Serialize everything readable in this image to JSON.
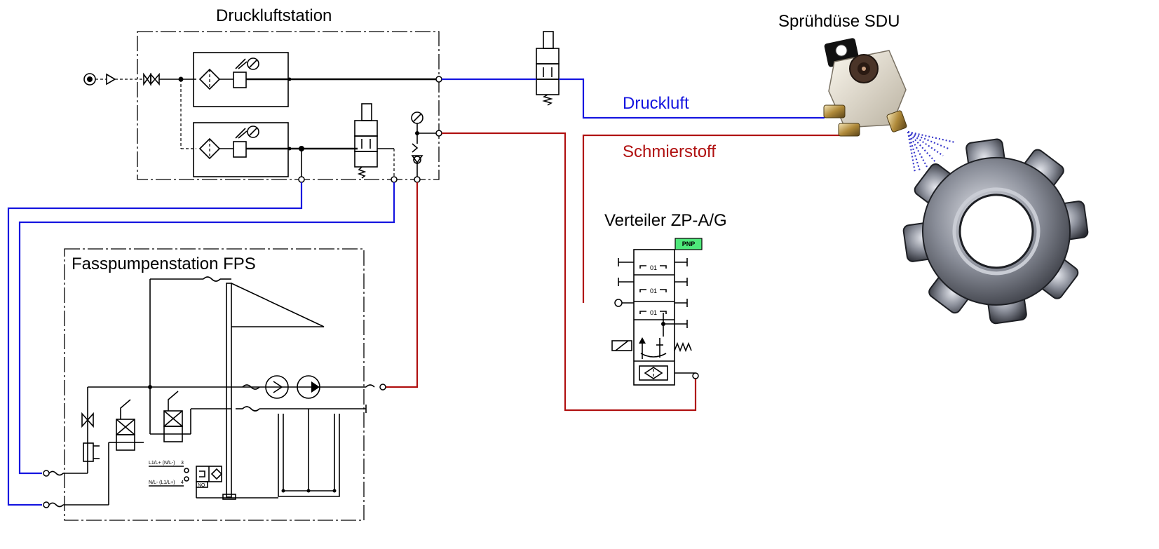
{
  "labels": {
    "druckluftstation": "Druckluftstation",
    "spruehduese": "Sprühdüse SDU",
    "druckluft": "Druckluft",
    "schmierstoff": "Schmierstoff",
    "verteiler": "Verteiler ZP-A/G",
    "fasspumpenstation": "Fasspumpenstation FPS"
  },
  "verteiler_block": {
    "badge": "PNP",
    "section_label": "01"
  },
  "terminal_labels": {
    "row1_left": "L1/L+ (N/L-)",
    "row1_pin": "3",
    "row2_left": "N/L- (L1/L+)",
    "row2_pin": "4",
    "row2_tag": "NO"
  },
  "colors": {
    "air_line": "#1515e0",
    "lubricant_line": "#b01010",
    "badge_green": "#4ee87a",
    "spray": "#3a3acc"
  }
}
